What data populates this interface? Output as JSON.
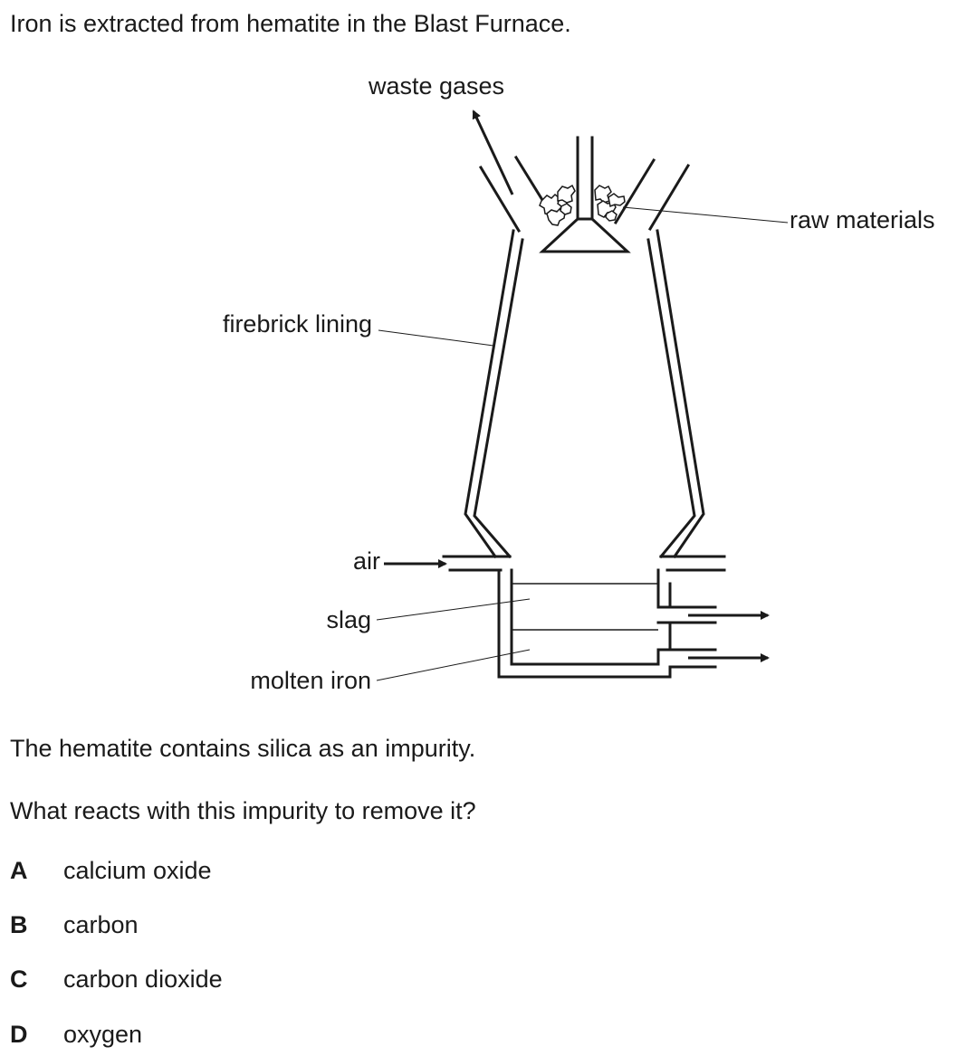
{
  "intro": "Iron is extracted from hematite in the Blast Furnace.",
  "diagram": {
    "labels": {
      "waste_gases": "waste gases",
      "raw_materials": "raw materials",
      "firebrick_lining": "firebrick lining",
      "air": "air",
      "slag": "slag",
      "molten_iron": "molten iron"
    }
  },
  "statement": "The hematite contains silica as an impurity.",
  "question": "What reacts with this impurity to remove it?",
  "options": [
    {
      "letter": "A",
      "text": "calcium oxide"
    },
    {
      "letter": "B",
      "text": "carbon"
    },
    {
      "letter": "C",
      "text": "carbon dioxide"
    },
    {
      "letter": "D",
      "text": "oxygen"
    }
  ]
}
